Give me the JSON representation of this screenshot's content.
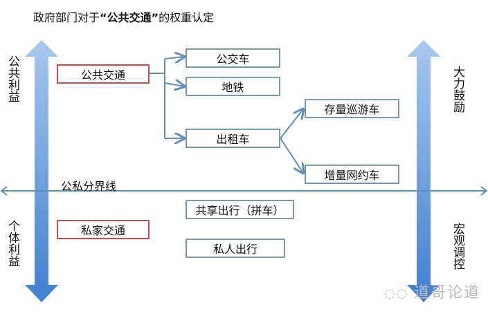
{
  "title": {
    "prefix": "政府部门对于",
    "bold": "“公共交通”",
    "suffix": "的权重认定"
  },
  "left_labels": {
    "top": "公共利益",
    "bottom": "个体利益"
  },
  "right_labels": {
    "top": "大力鼓励",
    "bottom": "宏观调控"
  },
  "divider_label": "公私分界线",
  "boxes": {
    "public": "公共交通",
    "bus": "公交车",
    "subway": "地铁",
    "taxi": "出租车",
    "cruise_taxi": "存量巡游车",
    "ride_hailing": "增量网约车",
    "carpool": "共享出行（拼车）",
    "private": "私家交通",
    "private_travel": "私人出行"
  },
  "watermark": "道哥论道",
  "colors": {
    "arrow": "#5b9bd5",
    "box_border": "#7f9aa6",
    "box_red": "#c0504d",
    "connector": "#5f8fb8"
  }
}
